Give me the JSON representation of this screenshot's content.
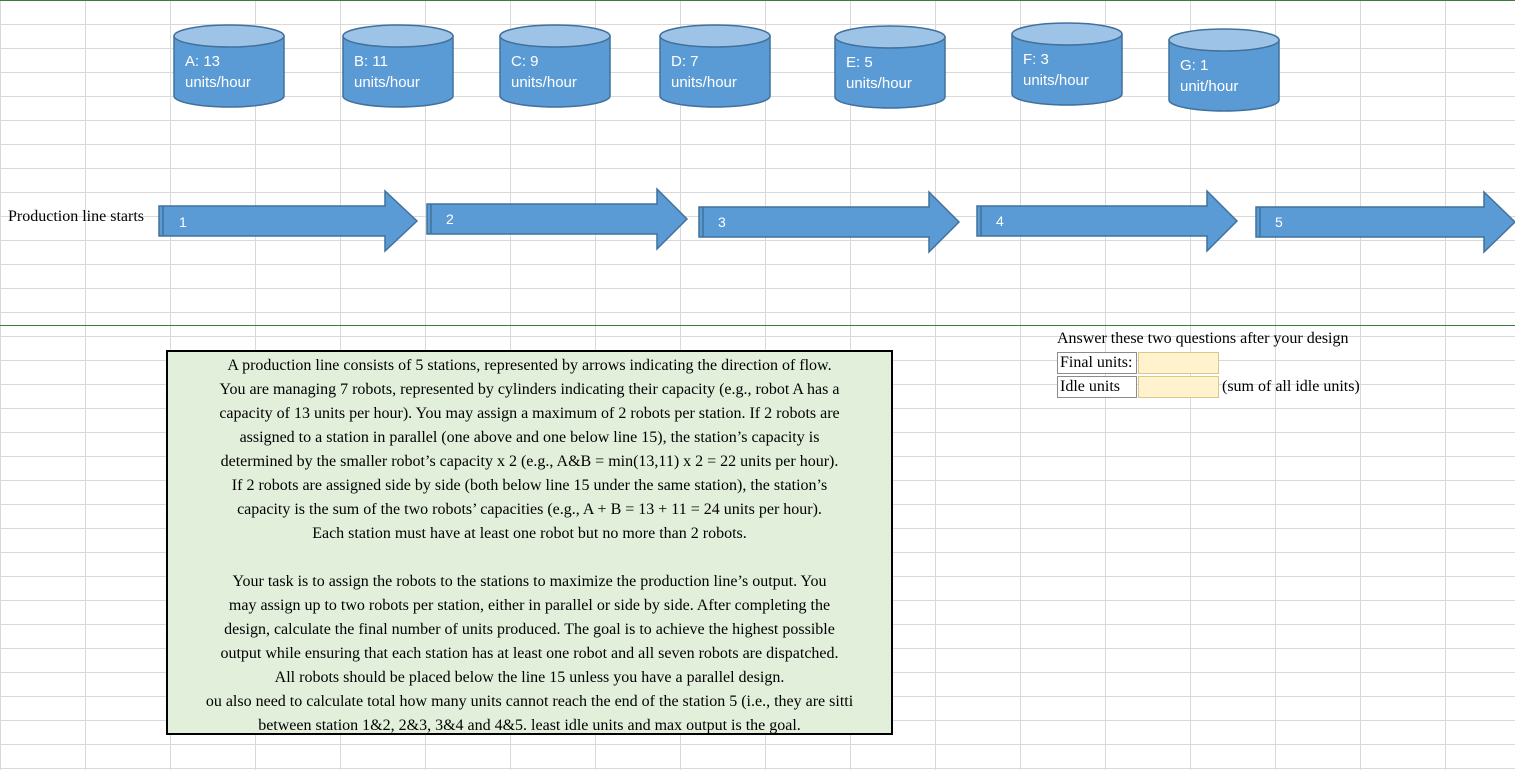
{
  "robots": [
    {
      "label_line1": "A: 13",
      "label_line2": "units/hour"
    },
    {
      "label_line1": "B: 11",
      "label_line2": "units/hour"
    },
    {
      "label_line1": "C: 9",
      "label_line2": "units/hour"
    },
    {
      "label_line1": "D: 7",
      "label_line2": "units/hour"
    },
    {
      "label_line1": "E: 5",
      "label_line2": "units/hour"
    },
    {
      "label_line1": "F: 3",
      "label_line2": "units/hour"
    },
    {
      "label_line1": "G: 1",
      "label_line2": "unit/hour"
    }
  ],
  "stations": [
    "1",
    "2",
    "3",
    "4",
    "5"
  ],
  "production_start_label": "Production line starts",
  "instructions": {
    "paragraph1": "A production line consists of 5 stations, represented by arrows indicating the direction of flow.\nYou are managing 7 robots, represented by cylinders indicating their capacity (e.g., robot A has a\ncapacity of 13 units per hour). You may assign a maximum of 2 robots per station. If 2 robots are\nassigned to a station in parallel (one above and one below line 15), the station’s capacity is\ndetermined by the smaller robot’s capacity x 2 (e.g., A&B = min(13,11) x 2 = 22 units per hour).\nIf 2 robots are assigned side by side (both below line 15 under the same station), the station’s\ncapacity is the sum of the two robots’ capacities (e.g., A + B = 13 + 11 = 24 units per hour).\nEach station must have at least one robot but no more than 2 robots.",
    "paragraph2": "Your task is to assign the robots to the stations to maximize the production line’s output. You\nmay assign up to two robots per station, either in parallel or side by side. After completing the\ndesign, calculate the final number of units produced. The goal is to achieve the highest possible\noutput while ensuring that each station has at least one robot and all seven robots are dispatched.\nAll robots should be placed below the line 15 unless you have a parallel design.",
    "line_clipped": "ou also need to calculate total how many units cannot reach the end of the station 5 (i.e., they are sitti",
    "line_last": "between station 1&2, 2&3, 3&4 and 4&5. least idle units and max output is the goal."
  },
  "answer": {
    "title": "Answer these two questions after your design",
    "final_units_label": "Final units:",
    "idle_units_label": "Idle units",
    "final_units_value": "",
    "idle_units_value": "",
    "idle_note": "(sum of all idle units)"
  },
  "colors": {
    "shape_fill": "#5b9bd5",
    "shape_top": "#9dc3e6",
    "shape_stroke": "#41719c",
    "textbox_fill": "#e2efda",
    "input_cell_fill": "#fff2cc"
  }
}
